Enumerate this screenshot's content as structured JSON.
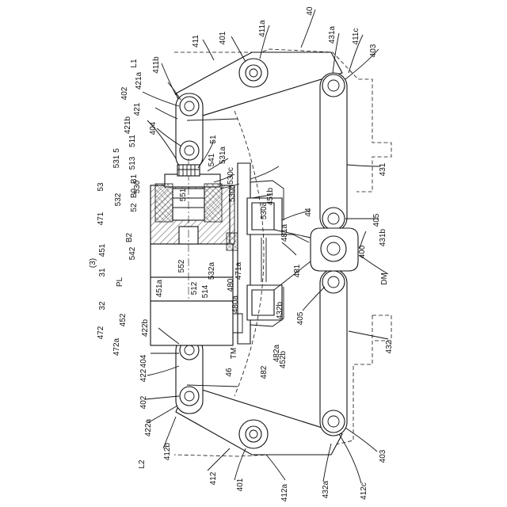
{
  "figure": {
    "labels": [
      "40",
      "401",
      "411a",
      "411",
      "431a",
      "411c",
      "403",
      "L1",
      "411b",
      "402",
      "421a",
      "421",
      "404",
      "421b",
      "5",
      "51",
      "511",
      "541",
      "531a",
      "531",
      "513",
      "530c",
      "530b",
      "B1",
      "B0",
      "53",
      "52",
      "530",
      "551",
      "451b",
      "530a",
      "471",
      "532",
      "44",
      "481a",
      "405",
      "431b",
      "431",
      "B2",
      "542",
      "(3)",
      "451",
      "31",
      "471a",
      "552",
      "532a",
      "481",
      "400",
      "DM",
      "PL",
      "512",
      "514",
      "480",
      "480a",
      "32",
      "451a",
      "452",
      "472",
      "422b",
      "432b",
      "405",
      "472a",
      "482a",
      "422",
      "404",
      "TM",
      "46",
      "482",
      "452b",
      "432",
      "402",
      "422a",
      "412b",
      "L2",
      "403",
      "412",
      "401",
      "412a",
      "432a",
      "412c"
    ]
  }
}
